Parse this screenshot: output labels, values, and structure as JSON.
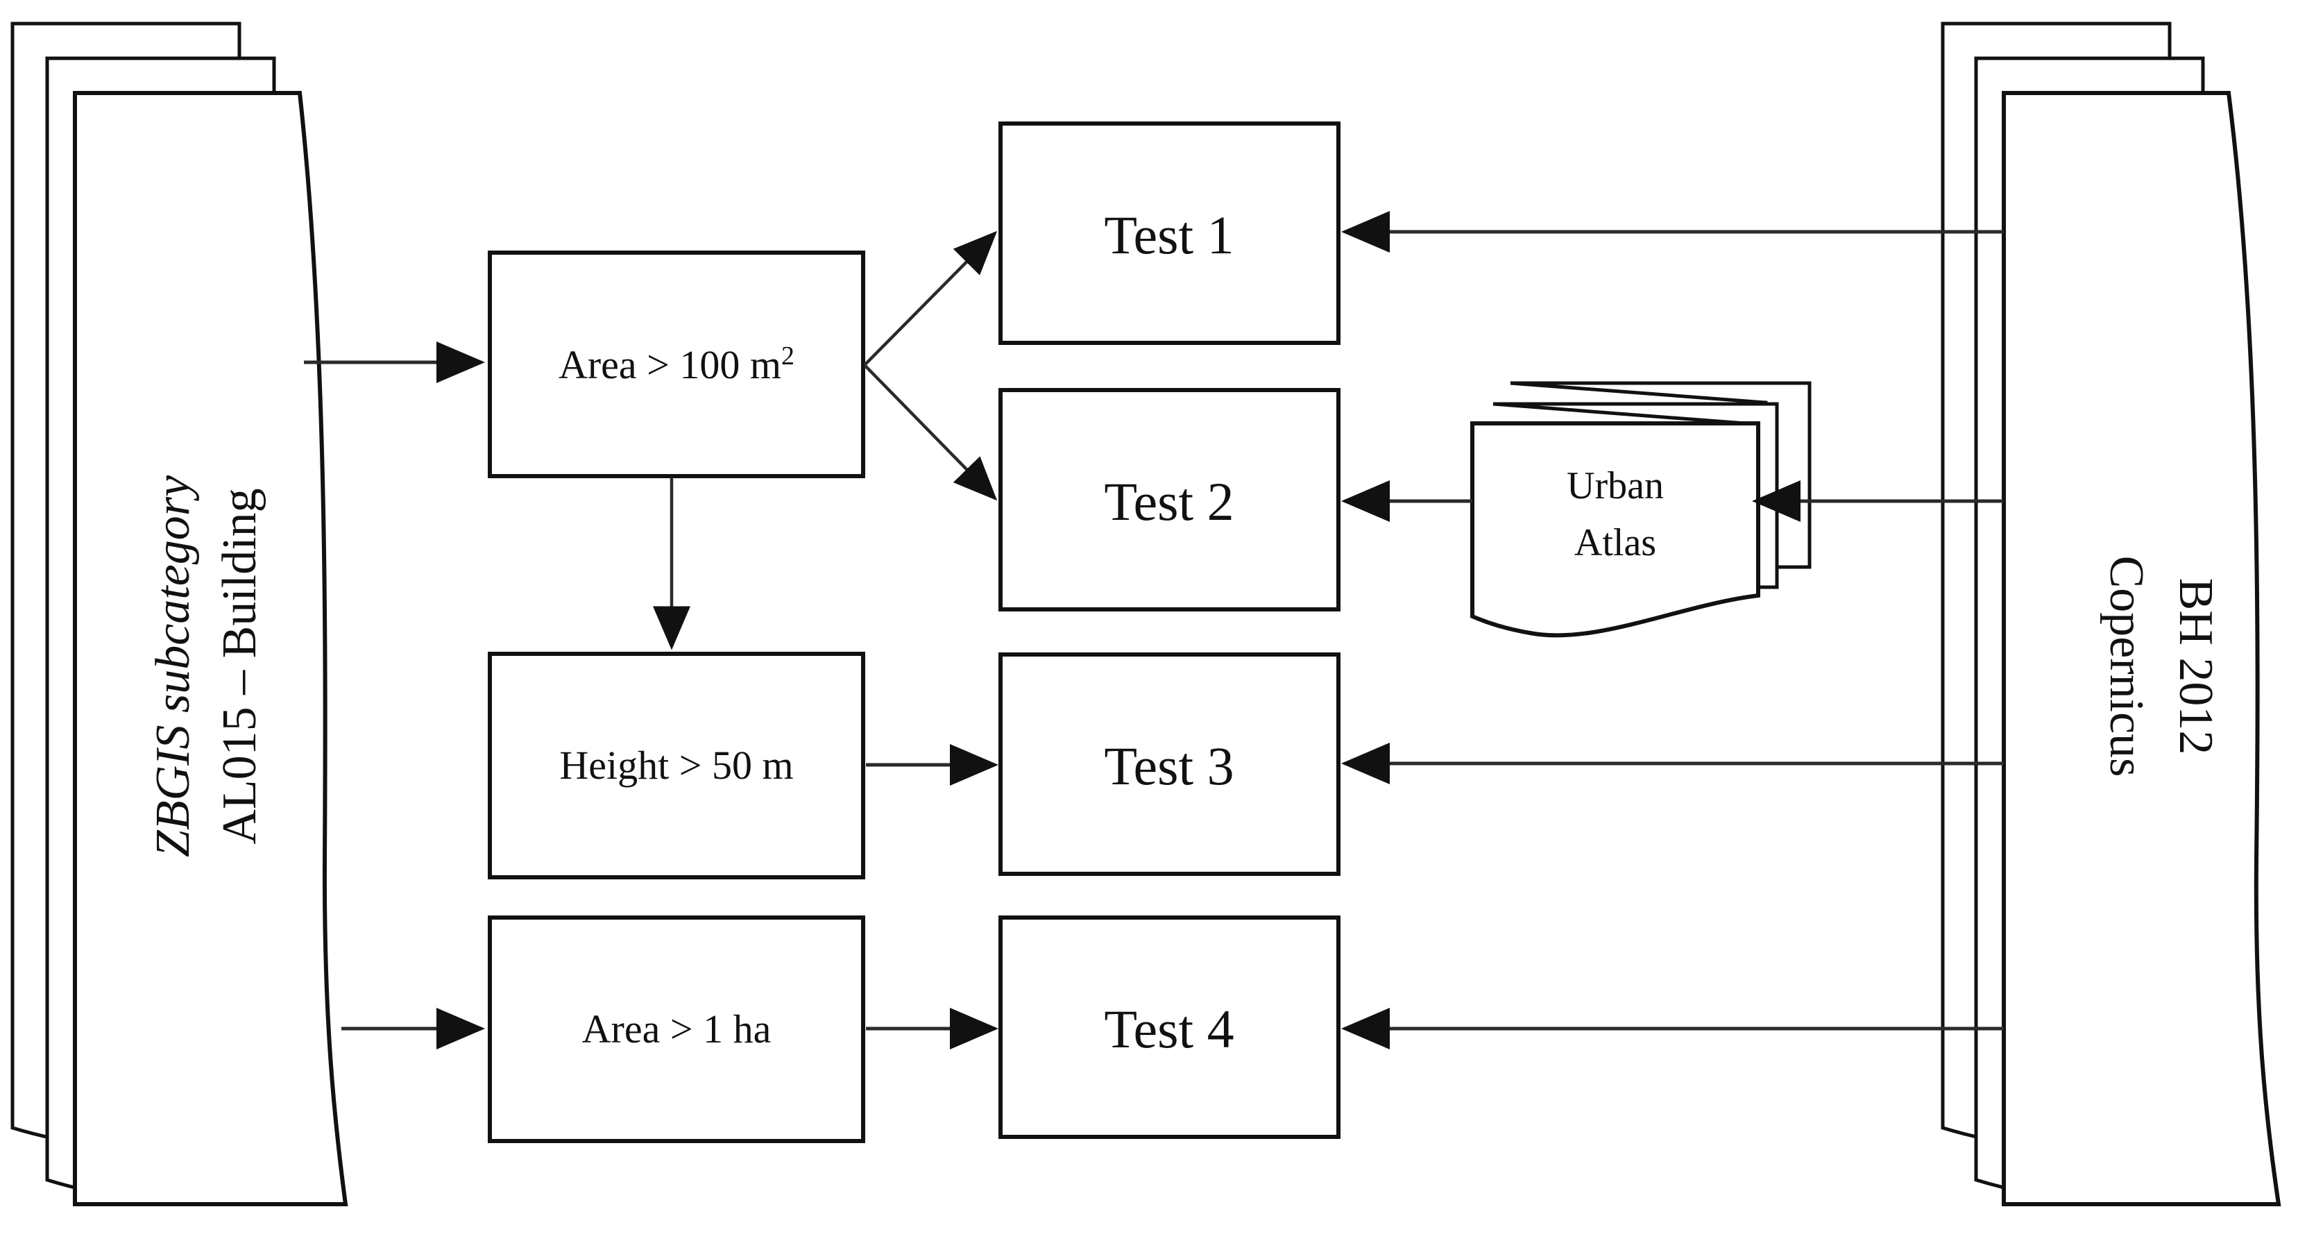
{
  "diagram": {
    "type": "flowchart",
    "title": "Building feature comparison workflow",
    "orientation": "left-to-right",
    "background_color": "#ffffff",
    "line_color": "#111111",
    "text_color": "#111111"
  },
  "sources": {
    "left": {
      "name": "zbgis-source",
      "shape": "multi-document-stack",
      "stack_count": 3,
      "rotation": "90deg-counterclockwise",
      "line1": "ZBGIS subcategory",
      "line1_style": "italic",
      "line2": "AL015 – Building"
    },
    "right": {
      "name": "copernicus-source",
      "shape": "multi-document-stack",
      "stack_count": 3,
      "rotation": "90deg-clockwise",
      "line1": "Copernicus",
      "line2": "BH 2012"
    },
    "atlas": {
      "name": "urban-atlas-source",
      "shape": "multi-document-stack",
      "stack_count": 3,
      "line1": "Urban",
      "line2": "Atlas"
    }
  },
  "conditions": [
    {
      "id": "cond-area-100",
      "label_prefix": "Area > 100 m",
      "label_superscript": "2"
    },
    {
      "id": "cond-height-50",
      "label": "Height > 50 m"
    },
    {
      "id": "cond-area-1ha",
      "label": "Area > 1 ha"
    }
  ],
  "tests": [
    {
      "id": "test-1",
      "label": "Test 1"
    },
    {
      "id": "test-2",
      "label": "Test 2"
    },
    {
      "id": "test-3",
      "label": "Test 3"
    },
    {
      "id": "test-4",
      "label": "Test 4"
    }
  ],
  "edges": [
    {
      "from": "zbgis-source",
      "to": "cond-area-100",
      "arrow": "right"
    },
    {
      "from": "zbgis-source",
      "to": "cond-area-1ha",
      "arrow": "right"
    },
    {
      "from": "cond-area-100",
      "to": "test-1",
      "arrow": "diagonal-up-right"
    },
    {
      "from": "cond-area-100",
      "to": "test-2",
      "arrow": "diagonal-down-right"
    },
    {
      "from": "cond-area-100",
      "to": "cond-height-50",
      "arrow": "down"
    },
    {
      "from": "cond-height-50",
      "to": "test-3",
      "arrow": "right"
    },
    {
      "from": "cond-area-1ha",
      "to": "test-4",
      "arrow": "right"
    },
    {
      "from": "copernicus-source",
      "to": "test-1",
      "arrow": "left"
    },
    {
      "from": "copernicus-source",
      "to": "urban-atlas-source",
      "arrow": "left"
    },
    {
      "from": "urban-atlas-source",
      "to": "test-2",
      "arrow": "left"
    },
    {
      "from": "copernicus-source",
      "to": "test-3",
      "arrow": "left"
    },
    {
      "from": "copernicus-source",
      "to": "test-4",
      "arrow": "left"
    }
  ]
}
